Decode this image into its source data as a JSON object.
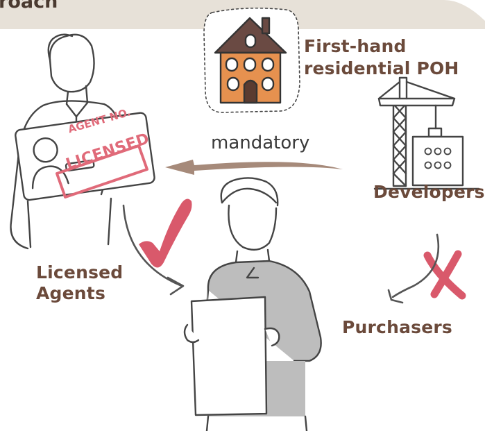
{
  "banner": {
    "text": "roach"
  },
  "labels": {
    "poh_line1": "First-hand",
    "poh_line2": "residential POH",
    "arrow_label": "mandatory",
    "developers": "Developers",
    "agents_line1": "Licensed",
    "agents_line2": "Agents",
    "purchasers": "Purchasers",
    "agent_no": "AGENT NO.",
    "stamp": "LICENSED"
  },
  "colors": {
    "label_brown": "#6b4a3b",
    "banner_bg": "#e7e1d8",
    "arrow_brown": "#a68a7a",
    "accent_red": "#e06a79",
    "line_gray": "#444444",
    "house_orange": "#e6914f",
    "roof_brown": "#6a4a43",
    "sweater_gray": "#bdbdbd"
  },
  "icons": {
    "house": "house-icon",
    "crane": "crane-building-icon",
    "check": "check-mark-icon",
    "cross": "cross-mark-icon"
  }
}
